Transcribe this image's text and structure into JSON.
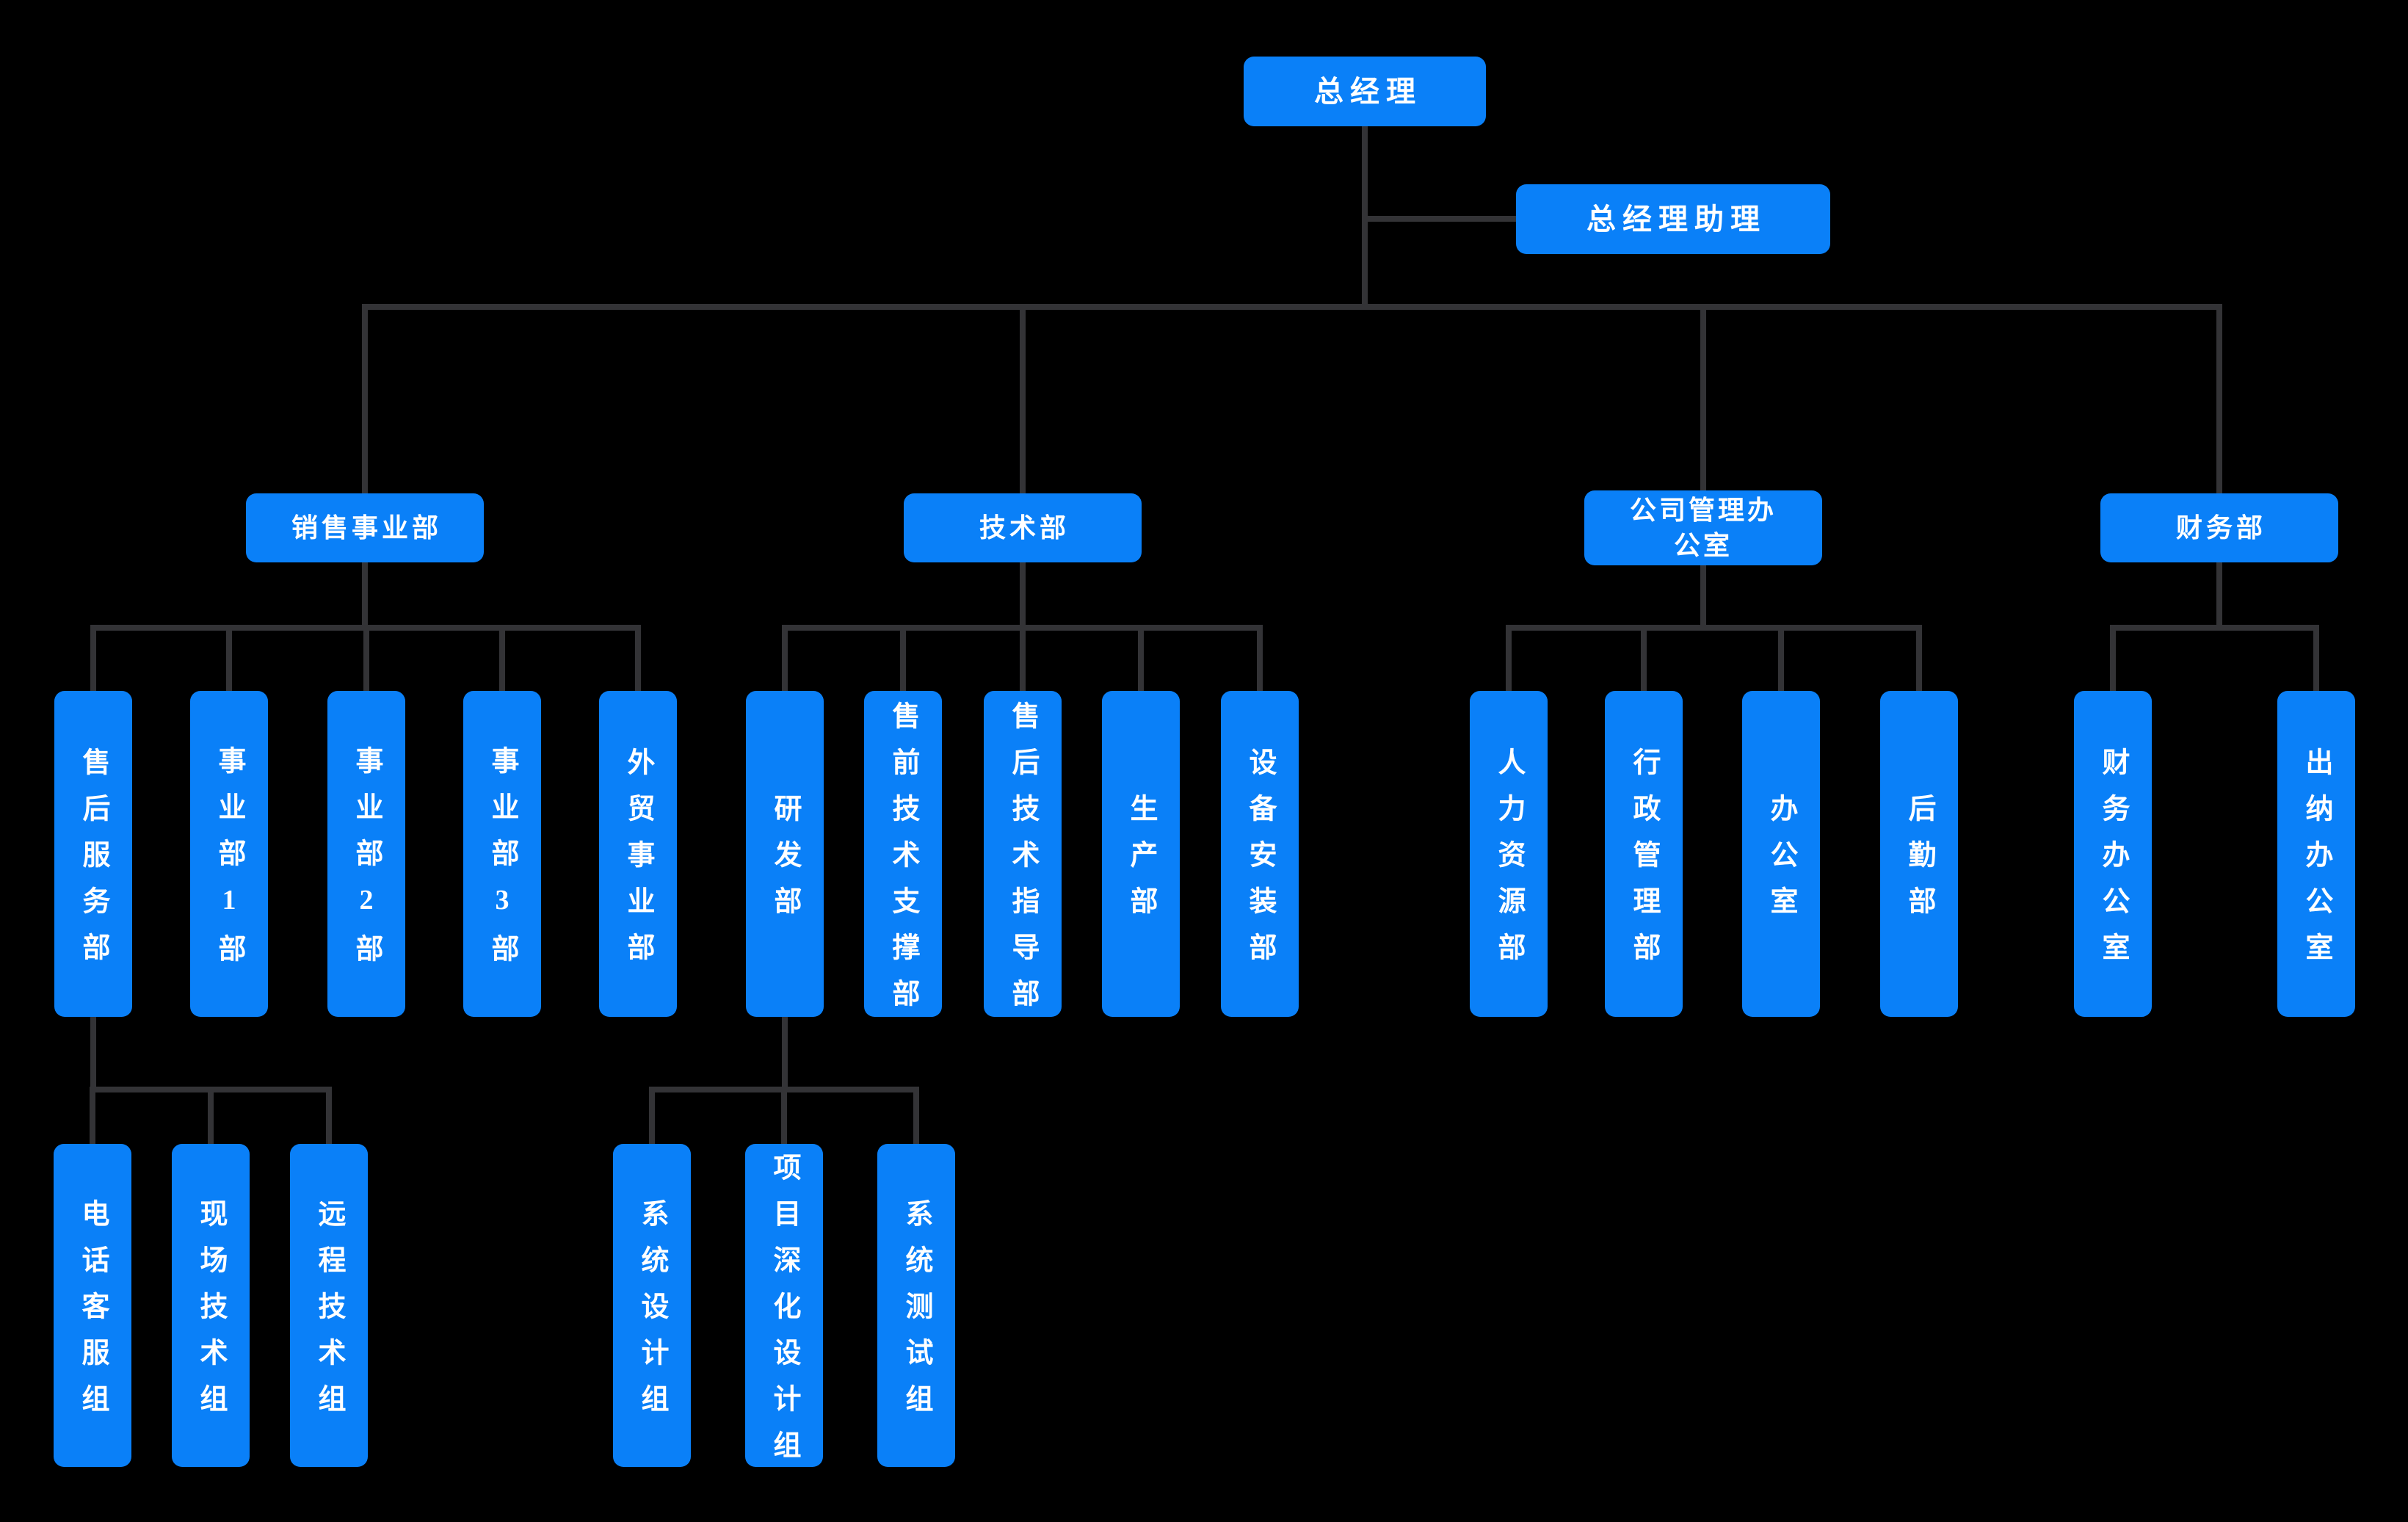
{
  "colors": {
    "background": "#000000",
    "node_fill": "#0a80f8",
    "node_text": "#ffffff",
    "connector": "#333336"
  },
  "org": {
    "root": {
      "label": "总经理"
    },
    "assistant": {
      "label": "总经理助理"
    },
    "departments": [
      {
        "label": "销售事业部",
        "children": [
          {
            "label": "售后服务部",
            "children": [
              {
                "label": "电话客服组"
              },
              {
                "label": "现场技术组"
              },
              {
                "label": "远程技术组"
              }
            ]
          },
          {
            "label": "事业部1部"
          },
          {
            "label": "事业部2部"
          },
          {
            "label": "事业部3部"
          },
          {
            "label": "外贸事业部"
          }
        ]
      },
      {
        "label": "技术部",
        "children": [
          {
            "label": "研发部",
            "children": [
              {
                "label": "系统设计组"
              },
              {
                "label": "项目深化设计组"
              },
              {
                "label": "系统测试组"
              }
            ]
          },
          {
            "label": "售前技术支撑部"
          },
          {
            "label": "售后技术指导部"
          },
          {
            "label": "生产部"
          },
          {
            "label": "设备安装部"
          }
        ]
      },
      {
        "label": "公司管理办公室",
        "children": [
          {
            "label": "人力资源部"
          },
          {
            "label": "行政管理部"
          },
          {
            "label": "办公室"
          },
          {
            "label": "后勤部"
          }
        ]
      },
      {
        "label": "财务部",
        "children": [
          {
            "label": "财务办公室"
          },
          {
            "label": "出纳办公室"
          }
        ]
      }
    ]
  }
}
